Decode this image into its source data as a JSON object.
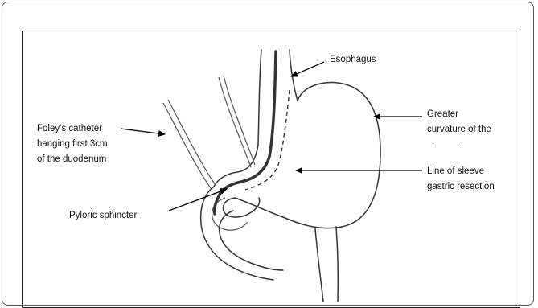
{
  "labels": {
    "esophagus": "Esophagus",
    "greater_curvature_line1": "Greater",
    "greater_curvature_line2": "curvature of the",
    "greater_curvature_line3": "stomach",
    "foley_line1": "Foley’s catheter",
    "foley_line2": "hanging first 3cm",
    "foley_line3": "of the duodenum",
    "resection_line1": "Line of sleeve",
    "resection_line2": "gastric resection",
    "pyloric": "Pyloric sphincter"
  },
  "colors": {
    "ink": "#333333",
    "frame": "#222222",
    "background": "#ffffff"
  }
}
